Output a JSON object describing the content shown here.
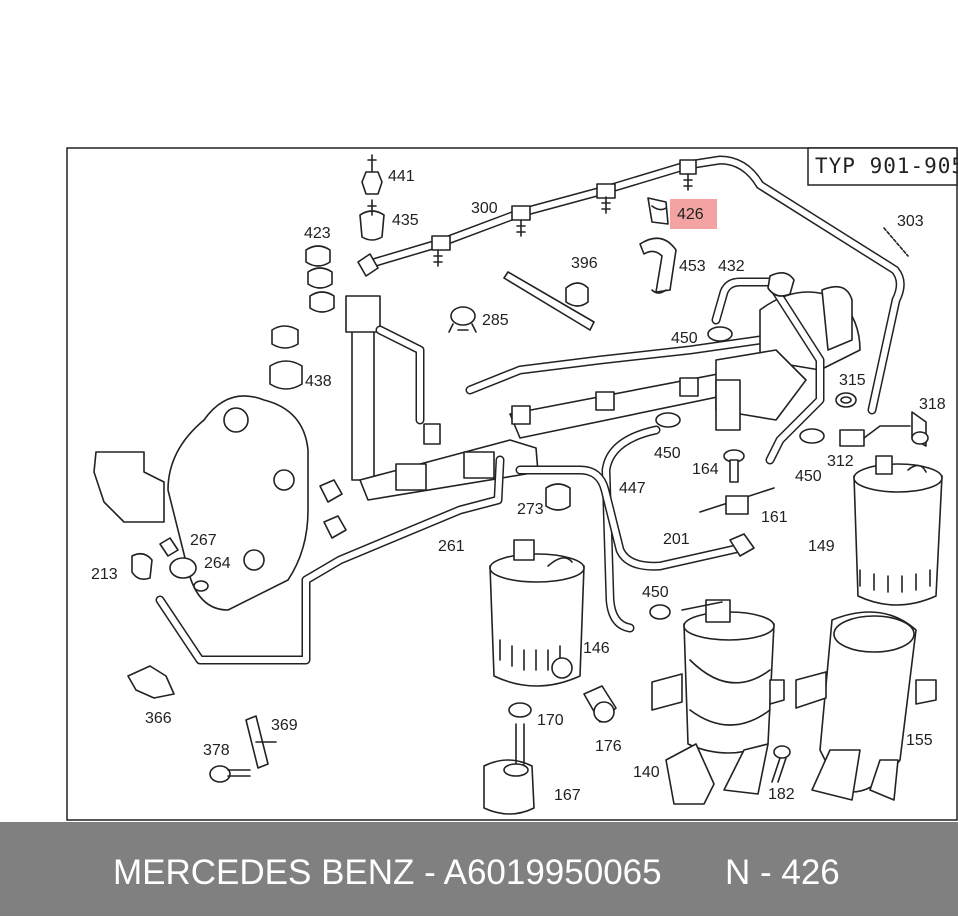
{
  "type_box": "TYP 901-905",
  "highlight": {
    "label": "426",
    "color": "#f4a3a3"
  },
  "part_labels": {
    "p441": "441",
    "p435": "435",
    "p300": "300",
    "p426": "426",
    "p303": "303",
    "p423": "423",
    "p396": "396",
    "p453": "453",
    "p432": "432",
    "p285": "285",
    "p450a": "450",
    "p438": "438",
    "p315": "315",
    "p318": "318",
    "p450b": "450",
    "p164": "164",
    "p312": "312",
    "p450c": "450",
    "p447": "447",
    "p161": "161",
    "p273": "273",
    "p267": "267",
    "p201": "201",
    "p149": "149",
    "p261": "261",
    "p213": "213",
    "p264": "264",
    "p450d": "450",
    "p146": "146",
    "p366": "366",
    "p369": "369",
    "p170": "170",
    "p176": "176",
    "p155": "155",
    "p378": "378",
    "p140": "140",
    "p182": "182",
    "p167": "167"
  },
  "footer": {
    "left_text": "MERCEDES BENZ - A6019950065",
    "right_text": "N - 426",
    "background": "#808080"
  }
}
